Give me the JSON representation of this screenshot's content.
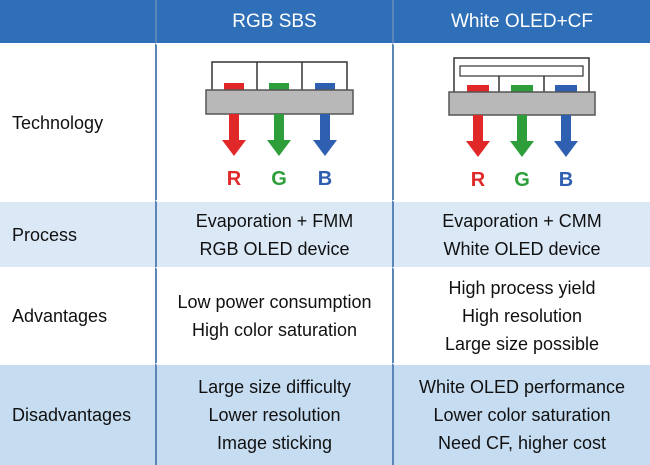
{
  "header": {
    "col1": "RGB SBS",
    "col2": "White OLED+CF"
  },
  "rows": [
    {
      "label": "Technology",
      "col1": [],
      "col2": []
    },
    {
      "label": "Process",
      "col1": [
        "Evaporation + FMM",
        "RGB OLED device"
      ],
      "col2": [
        "Evaporation + CMM",
        "White OLED device"
      ]
    },
    {
      "label": "Advantages",
      "col1": [
        "Low power consumption",
        "High color saturation"
      ],
      "col2": [
        "High process yield",
        "High resolution",
        "Large size possible"
      ]
    },
    {
      "label": "Disadvantages",
      "col1": [
        "Large size difficulty",
        "Lower resolution",
        "Image sticking"
      ],
      "col2": [
        "White OLED performance",
        "Lower color saturation",
        "Need CF, higher cost"
      ]
    }
  ],
  "diagram": {
    "letters": [
      "R",
      "G",
      "B"
    ],
    "colors": {
      "red": "#e02828",
      "green": "#2e9e3a",
      "blue": "#2f5fb0",
      "header": "#2f6fb7"
    }
  }
}
